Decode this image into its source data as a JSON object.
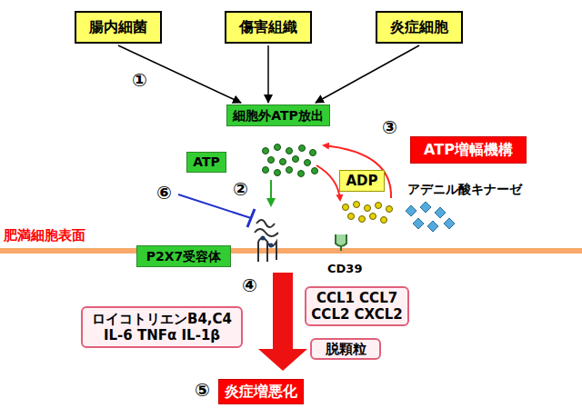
{
  "diagram": {
    "nodes": [
      {
        "text": [
          "腸内細菌"
        ]
      },
      {
        "text": [
          "傷害組織"
        ]
      },
      {
        "text": [
          "炎症細胞"
        ]
      },
      {
        "text": [
          "細胞外ATP放出"
        ]
      },
      {
        "text": [
          "ATP"
        ]
      },
      {
        "text": [
          "ATP増幅機構"
        ]
      },
      {
        "text": [
          "ADP"
        ]
      },
      {
        "text": [
          "P2X7受容体"
        ]
      },
      {
        "text": [
          "ロイコトリエンB4,C4",
          "IL-6 TNFα IL-1β"
        ]
      },
      {
        "text": [
          "CCL1 CCL7",
          "CCL2 CXCL2"
        ]
      },
      {
        "text": [
          "脱顆粒"
        ]
      },
      {
        "text": [
          "炎症増悪化"
        ]
      }
    ],
    "edges": [
      {
        "from": 0,
        "to": 3,
        "arrow": "to"
      },
      {
        "from": 1,
        "to": 3,
        "arrow": "to"
      },
      {
        "from": 2,
        "to": 3,
        "arrow": "to"
      }
    ],
    "labels": [
      "①",
      "②",
      "③",
      "④",
      "⑤",
      "⑥",
      "肥満細胞表面",
      "アデニル酸キナーゼ",
      "CD39"
    ]
  }
}
